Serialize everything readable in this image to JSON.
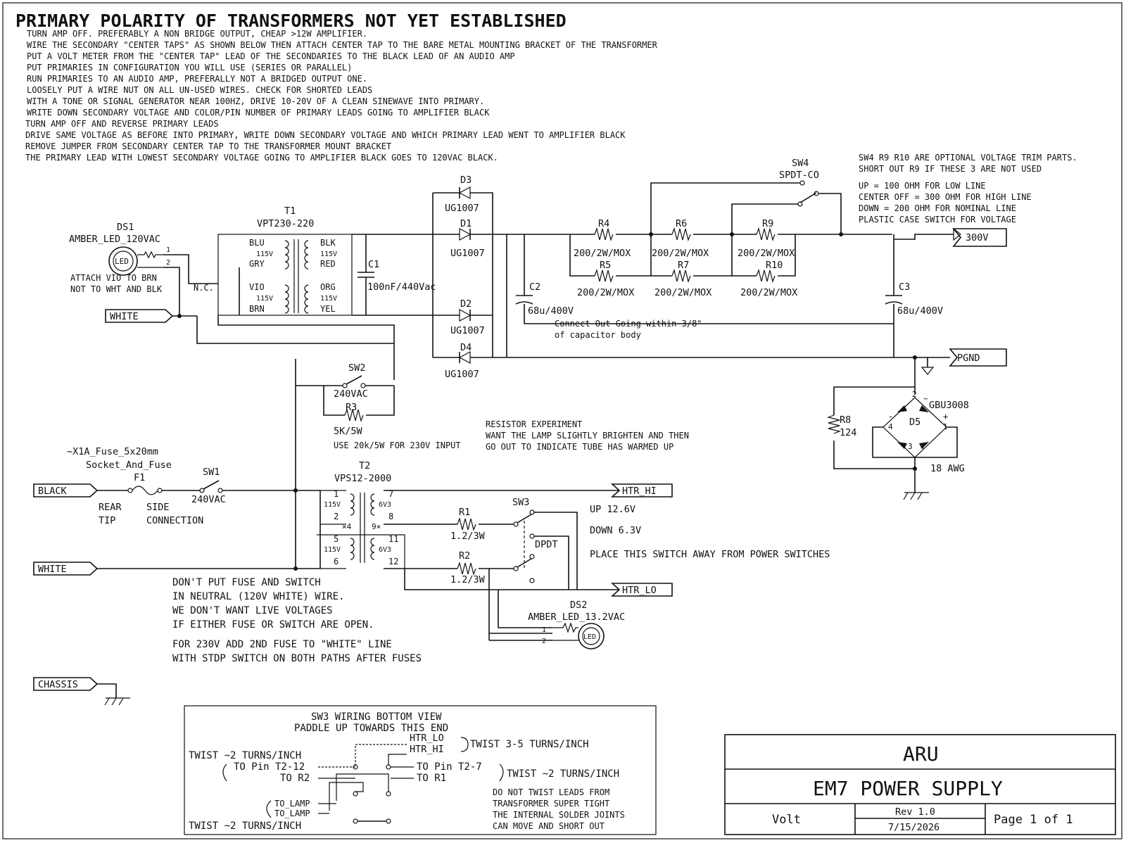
{
  "title": "PRIMARY POLARITY OF TRANSFORMERS NOT YET ESTABLISHED",
  "instructions": [
    "TURN AMP OFF. PREFERABLY A NON BRIDGE OUTPUT, CHEAP >12W AMPLIFIER.",
    "WIRE THE SECONDARY \"CENTER TAPS\" AS SHOWN BELOW THEN ATTACH CENTER TAP TO THE BARE METAL MOUNTING BRACKET OF THE TRANSFORMER",
    "PUT A VOLT METER FROM THE \"CENTER TAP\" LEAD OF THE SECONDARIES TO THE BLACK LEAD OF AN AUDIO AMP",
    "PUT PRIMARIES IN CONFIGURATION YOU WILL USE (SERIES OR PARALLEL)",
    "RUN PRIMARIES TO AN AUDIO AMP, PREFERALLY NOT A BRIDGED OUTPUT ONE.",
    "LOOSELY PUT A WIRE NUT ON ALL UN-USED WIRES. CHECK FOR SHORTED LEADS",
    "WITH A TONE OR SIGNAL GENERATOR NEAR 100HZ, DRIVE 10-20V OF A CLEAN SINEWAVE INTO PRIMARY.",
    "WRITE DOWN SECONDARY VOLTAGE AND COLOR/PIN NUMBER OF PRIMARY LEADS GOING TO AMPLIFIER BLACK",
    "TURN AMP OFF AND REVERSE PRIMARY LEADS",
    "DRIVE SAME VOLTAGE AS BEFORE INTO PRIMARY, WRITE DOWN SECONDARY VOLTAGE AND WHICH PRIMARY LEAD WENT TO AMPLIFIER BLACK",
    "REMOVE JUMPER FROM SECONDARY CENTER TAP TO THE TRANSFORMER MOUNT BRACKET",
    "THE PRIMARY LEAD WITH LOWEST SECONDARY VOLTAGE GOING TO AMPLIFIER BLACK GOES TO 120VAC BLACK."
  ],
  "notes": {
    "trim": [
      "SW4 R9 R10 ARE OPTIONAL VOLTAGE TRIM PARTS.",
      "SHORT OUT R9 IF THESE 3 ARE NOT USED",
      "UP = 100 OHM FOR LOW LINE",
      "CENTER OFF = 300 OHM FOR HIGH LINE",
      "DOWN = 200 OHM FOR NOMINAL LINE",
      "PLASTIC CASE SWITCH FOR VOLTAGE"
    ],
    "attach": [
      "ATTACH VIO TO BRN",
      "NOT TO WHT AND BLK"
    ],
    "connect_out": [
      "Connect Out Going within 3/8\"",
      "of capacitor body"
    ],
    "resistor_exp": [
      "RESISTOR EXPERIMENT",
      "WANT THE LAMP SLIGHTLY BRIGHTEN AND THEN",
      "GO OUT TO INDICATE TUBE HAS WARMED UP"
    ],
    "use_20k": "USE 20k/5W FOR 230V INPUT",
    "fuse_note": [
      "DON'T PUT FUSE AND SWITCH",
      "IN NEUTRAL (120V WHITE) WIRE.",
      "WE DON'T WANT LIVE VOLTAGES",
      "IF EITHER FUSE OR SWITCH ARE OPEN."
    ],
    "note_230": [
      "FOR 230V ADD 2ND FUSE TO \"WHITE\" LINE",
      "WITH STDP SWITCH ON BOTH PATHS AFTER FUSES"
    ],
    "up": "UP   12.6V",
    "down": "DOWN 6.3V",
    "place_switch": "PLACE THIS SWITCH AWAY FROM POWER SWITCHES",
    "awg": "18 AWG",
    "nc": "N.C."
  },
  "ports": {
    "white1": "WHITE",
    "black": "BLACK",
    "white2": "WHITE",
    "chassis": "CHASSIS",
    "v300": "300V",
    "pgnd": "PGND",
    "htr_hi": "HTR_HI",
    "htr_lo": "HTR_LO"
  },
  "parts": {
    "ds1_ref": "DS1",
    "ds1_val": "AMBER_LED_120VAC",
    "led": "LED",
    "pin1": "1",
    "pin2": "2",
    "t1_ref": "T1",
    "t1_val": "VPT230-220",
    "t1_pri_top": [
      "BLU",
      "115V",
      "GRY"
    ],
    "t1_pri_bot": [
      "VIO",
      "115V",
      "BRN"
    ],
    "t1_sec_top": [
      "BLK",
      "115V",
      "RED"
    ],
    "t1_sec_bot": [
      "ORG",
      "115V",
      "YEL"
    ],
    "c1_ref": "C1",
    "c1_val": "100nF/440Vac",
    "d1_ref": "D1",
    "d2_ref": "D2",
    "d3_ref": "D3",
    "d4_ref": "D4",
    "diode_val": "UG1007",
    "c2_ref": "C2",
    "c2_val": "68u/400V",
    "c3_ref": "C3",
    "c3_val": "68u/400V",
    "r4_ref": "R4",
    "r5_ref": "R5",
    "r6_ref": "R6",
    "r7_ref": "R7",
    "r9_ref": "R9",
    "r10_ref": "R10",
    "r_val": "200/2W/MOX",
    "sw4_ref": "SW4",
    "sw4_val": "SPDT-CO",
    "sw2_ref": "SW2",
    "sw2_val": "240VAC",
    "r3_ref": "R3",
    "r3_val": "5K/5W",
    "fuse_socket": [
      "~X1A_Fuse_5x20mm",
      "Socket_And_Fuse"
    ],
    "f1_ref": "F1",
    "rear_tip": [
      "REAR",
      "TIP"
    ],
    "side_conn": [
      "SIDE",
      "CONNECTION"
    ],
    "sw1_ref": "SW1",
    "sw1_val": "240VAC",
    "t2_ref": "T2",
    "t2_val": "VPS12-2000",
    "t2_pins": [
      "1",
      "2",
      "5",
      "6",
      "7",
      "8",
      "11",
      "12"
    ],
    "t2_115a": "115V",
    "t2_115b": "115V",
    "t2_6v3a": "6V3",
    "t2_6v3b": "6V3",
    "t2_x4": "×4",
    "t2_9x": "9×",
    "r1_ref": "R1",
    "r1_val": "1.2/3W",
    "r2_ref": "R2",
    "r2_val": "1.2/3W",
    "sw3_ref": "SW3",
    "sw3_val": "DPDT",
    "ds2_ref": "DS2",
    "ds2_val": "AMBER_LED_13.2VAC",
    "r8_ref": "R8",
    "r8_val": "124",
    "d5_ref": "D5",
    "d5_val": "GBU3008",
    "d5_pins": [
      "2",
      "~",
      "+",
      "1",
      "3",
      "~",
      "4",
      "-"
    ]
  },
  "wiring": {
    "title1": "SW3 WIRING BOTTOM VIEW",
    "title2": "PADDLE UP TOWARDS THIS END",
    "htr_lo": "HTR_LO",
    "htr_hi": "HTR_HI",
    "twist35": "TWIST 3-5 TURNS/INCH",
    "twist2_left": "TWIST ~2 TURNS/INCH",
    "to_t212": "TO Pin T2-12",
    "to_r2": "TO R2",
    "to_t27": "TO Pin T2-7",
    "to_r1": "TO R1",
    "twist2_right": "TWIST ~2 TURNS/INCH",
    "to_lamp1": "TO_LAMP",
    "to_lamp2": "TO_LAMP",
    "twist2_bottom": "TWIST ~2 TURNS/INCH",
    "donot": [
      "DO NOT TWIST LEADS FROM",
      "TRANSFORMER SUPER TIGHT",
      "THE INTERNAL SOLDER JOINTS",
      "CAN MOVE AND SHORT OUT"
    ]
  },
  "titleblock": {
    "company": "ARU",
    "project": "EM7 POWER SUPPLY",
    "author": "Volt",
    "rev": "Rev 1.0",
    "date": "7/15/2026",
    "page": "Page 1 of 1"
  }
}
